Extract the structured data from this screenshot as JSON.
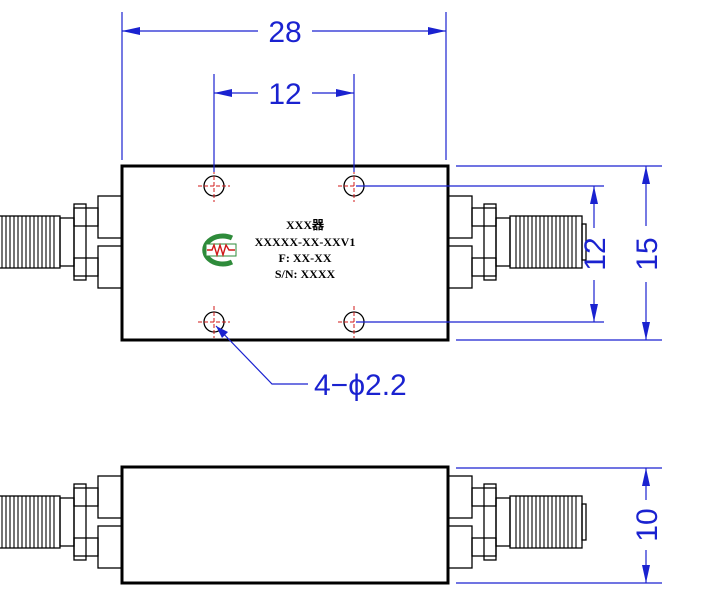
{
  "dimensions": {
    "total_length": "28",
    "hole_spacing_x": "12",
    "hole_spacing_y": "12",
    "body_height": "15",
    "body_thickness": "10",
    "hole_callout": "4−ϕ2.2"
  },
  "label": {
    "line1": "XXX器",
    "line2": "XXXXX-XX-XXV1",
    "line3": "F: XX-XX",
    "line4": "S/N: XXXX"
  },
  "colors": {
    "dimension": "#1a22d0",
    "outline": "#000000",
    "centerline": "#d01818",
    "logo": "#2e8b3a"
  },
  "icons": [
    "company-logo-icon",
    "sma-connector-icon",
    "mounting-hole-icon"
  ]
}
